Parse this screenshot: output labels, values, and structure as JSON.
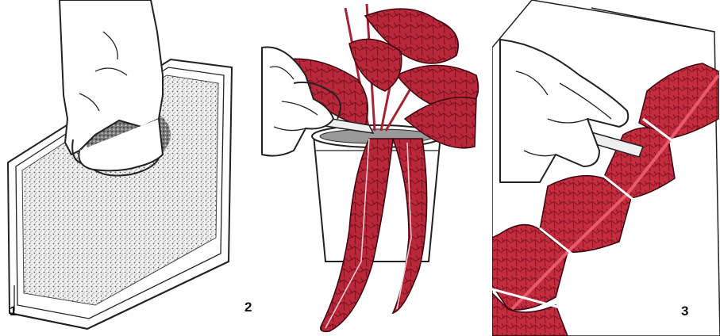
{
  "panels": [
    {
      "step_label": "1"
    },
    {
      "step_label": "2"
    },
    {
      "step_label": "3"
    }
  ],
  "colors": {
    "leaf_red": "#b8283a",
    "leaf_dark": "#7a1020",
    "leaf_light": "#d46170",
    "line": "#222222",
    "soil": "#c9c9c9",
    "background": "#ffffff"
  },
  "icons": [
    "hand-sprinkling-soil",
    "tray-with-soil",
    "hand-with-knife",
    "plant-in-pot",
    "leaf-cut-segments"
  ]
}
